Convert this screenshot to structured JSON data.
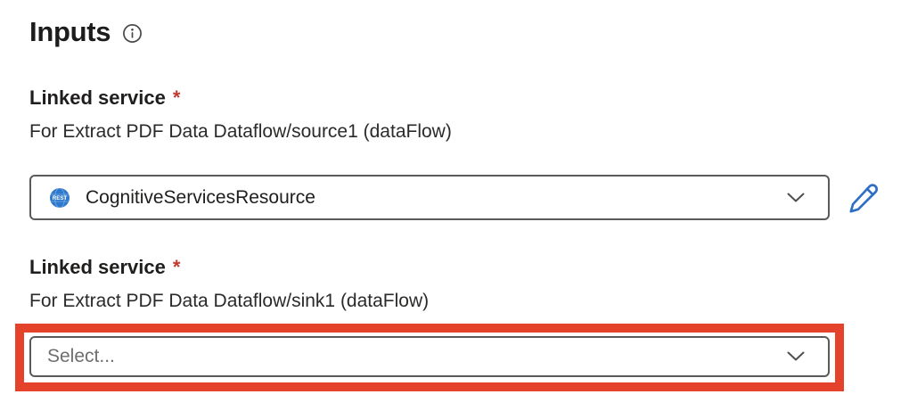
{
  "header": {
    "title": "Inputs"
  },
  "fields": [
    {
      "label": "Linked service",
      "required_marker": "*",
      "description": "For Extract PDF Data Dataflow/source1 (dataFlow)",
      "selected_value": "CognitiveServicesResource",
      "icon_label": "REST"
    },
    {
      "label": "Linked service",
      "required_marker": "*",
      "description": "For Extract PDF Data Dataflow/sink1 (dataFlow)",
      "placeholder": "Select..."
    }
  ],
  "colors": {
    "highlight_red": "#E4422B",
    "required_red": "#C13A31",
    "edit_blue": "#2E6EC6",
    "rest_icon_blue": "#2E79CD",
    "text_dark": "#1F1E1D",
    "border_gray": "#5A5A5A",
    "placeholder_gray": "#6E6E6E"
  }
}
